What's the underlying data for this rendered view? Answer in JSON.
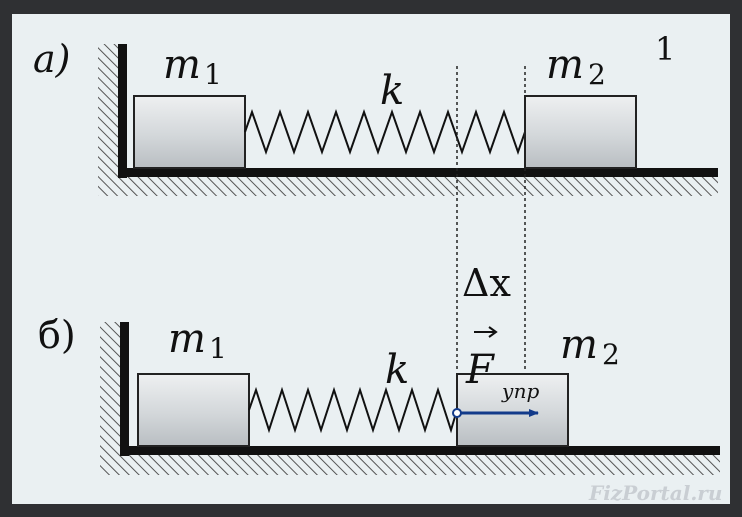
{
  "figure_number": "1",
  "panel_a": {
    "letter": "а)",
    "mass_left": "m",
    "mass_left_sub": "1",
    "mass_right": "m",
    "mass_right_sub": "2",
    "spring": "k"
  },
  "panel_b": {
    "letter": "б)",
    "mass_left": "m",
    "mass_left_sub": "1",
    "mass_right": "m",
    "mass_right_sub": "2",
    "spring": "k",
    "displacement": "Δx",
    "force": "F",
    "force_sub": "упр"
  },
  "watermark": "FizPortal.ru",
  "colors": {
    "frame": "#2f3033",
    "background": "#eaf0f2",
    "block_light": "#eef0f1",
    "block_dark": "#b9bec2",
    "force_arrow": "#123a8a"
  }
}
